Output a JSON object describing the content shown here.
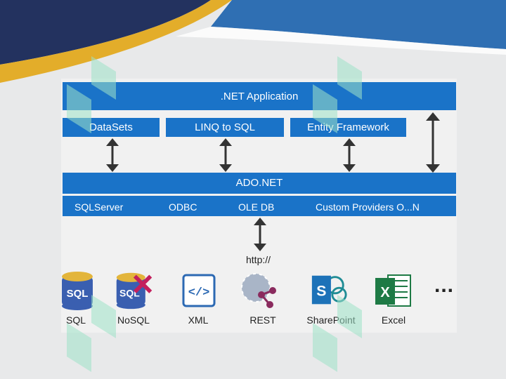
{
  "app_layer": {
    "title": ".NET Application"
  },
  "frameworks": [
    "DataSets",
    "LINQ to SQL",
    "Entity Framework"
  ],
  "ado": {
    "title": "ADO.NET"
  },
  "providers": [
    "SQLServer",
    "ODBC",
    "OLE DB",
    "Custom Providers O...N"
  ],
  "protocol": "http://",
  "sources": [
    {
      "label": "SQL",
      "icon": "sql-database-icon",
      "glyph": "SQL"
    },
    {
      "label": "NoSQL",
      "icon": "nosql-database-icon",
      "glyph": "SQL"
    },
    {
      "label": "XML",
      "icon": "xml-file-icon",
      "glyph": "</>"
    },
    {
      "label": "REST",
      "icon": "rest-api-icon"
    },
    {
      "label": "SharePoint",
      "icon": "sharepoint-icon",
      "glyph": "S"
    },
    {
      "label": "Excel",
      "icon": "excel-icon",
      "glyph": "X"
    }
  ],
  "more": "...",
  "colors": {
    "bar": "#1a73c8",
    "navy": "#23325f",
    "gold": "#e3ad2a",
    "watermark": "#9fe3c9"
  }
}
